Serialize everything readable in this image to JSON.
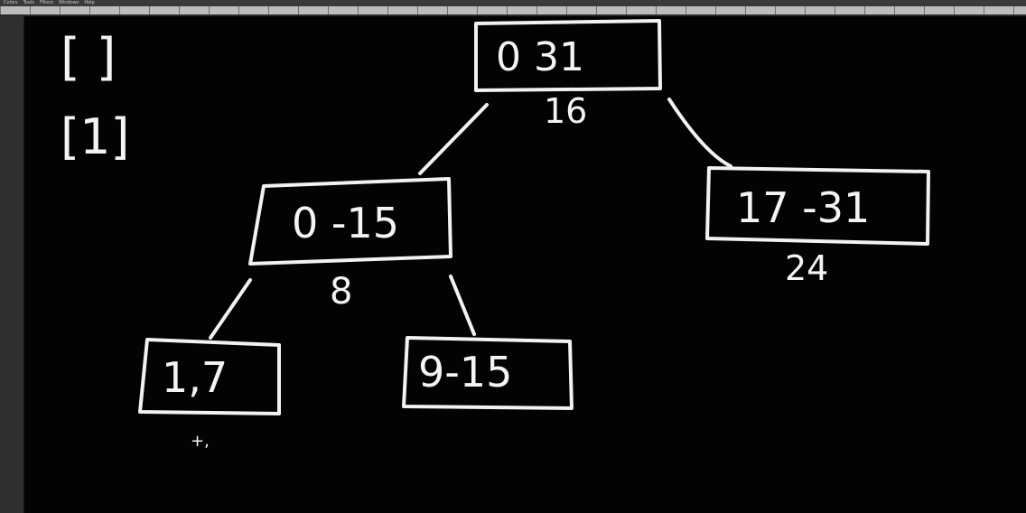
{
  "menubar": {
    "items": [
      "Colors",
      "Tools",
      "Filters",
      "Windows",
      "Help"
    ]
  },
  "notes": {
    "line1": "[ ]",
    "line2": "[1]"
  },
  "tree": {
    "root": {
      "range": "0   31",
      "mid": "16"
    },
    "left": {
      "range": "0 -15",
      "mid": "8"
    },
    "right": {
      "range": "17 -31",
      "mid": "24"
    },
    "left_left": {
      "range": "1,7"
    },
    "left_right": {
      "range": "9-15"
    }
  },
  "cursor_mark": "+,"
}
